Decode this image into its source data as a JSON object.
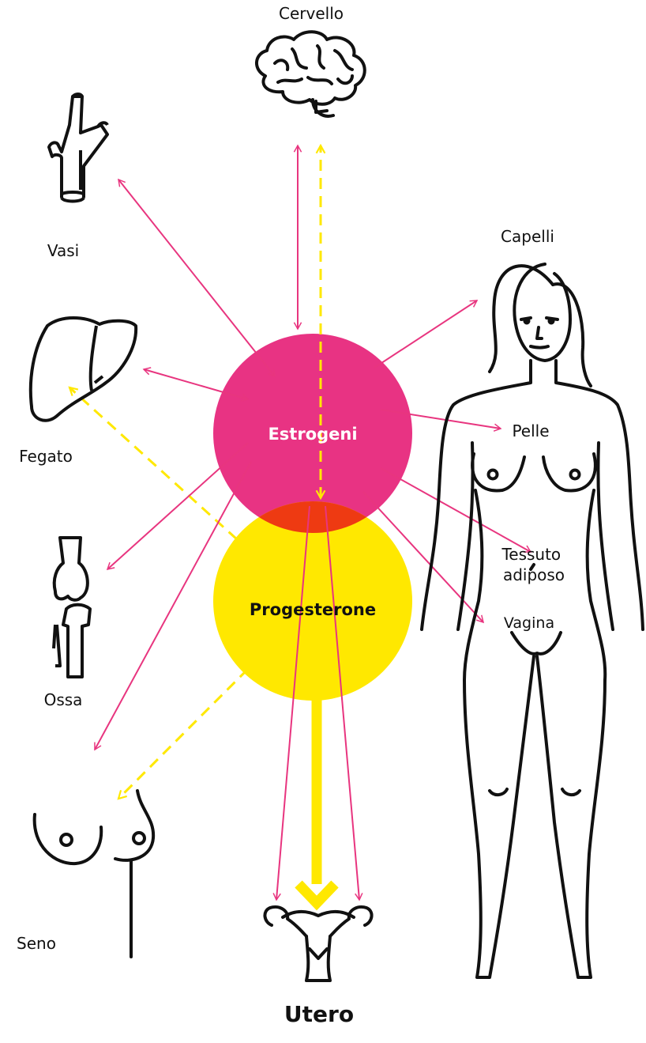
{
  "hormones": {
    "estrogen": {
      "label": "Estrogeni",
      "color": "#e83383"
    },
    "progesterone": {
      "label": "Progesterone",
      "color": "#ffe800"
    },
    "overlap_color": "#ee3a12"
  },
  "organs": {
    "brain": "Cervello",
    "vessels": "Vasi",
    "liver": "Fegato",
    "bones": "Ossa",
    "breast": "Seno",
    "uterus": "Utero",
    "hair": "Capelli",
    "skin": "Pelle",
    "adipose": "Tessuto\nadiposo",
    "vagina": "Vagina"
  },
  "colors": {
    "estrogen_arrow": "#e8357f",
    "progesterone_arrow": "#ffe800",
    "outline": "#111111"
  }
}
